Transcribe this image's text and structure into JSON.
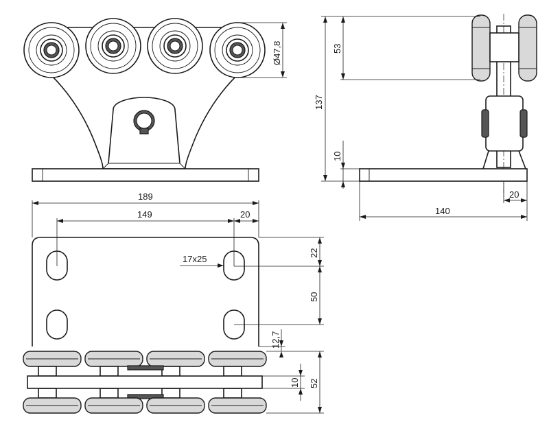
{
  "dimensions": {
    "front_wheel_diameter": "Ø47,8",
    "side_wheel_height": "53",
    "side_total_height": "137",
    "side_base_height": "10",
    "side_offset": "20",
    "side_base_length": "140",
    "top_total_width": "189",
    "top_hole_spacing": "149",
    "top_edge_offset": "20",
    "slot_size": "17x25",
    "top_slot_edge": "22",
    "slot_spacing": "50",
    "plate_gap": "12,7",
    "spacer_thickness": "10",
    "wheel_assembly_height": "52"
  }
}
